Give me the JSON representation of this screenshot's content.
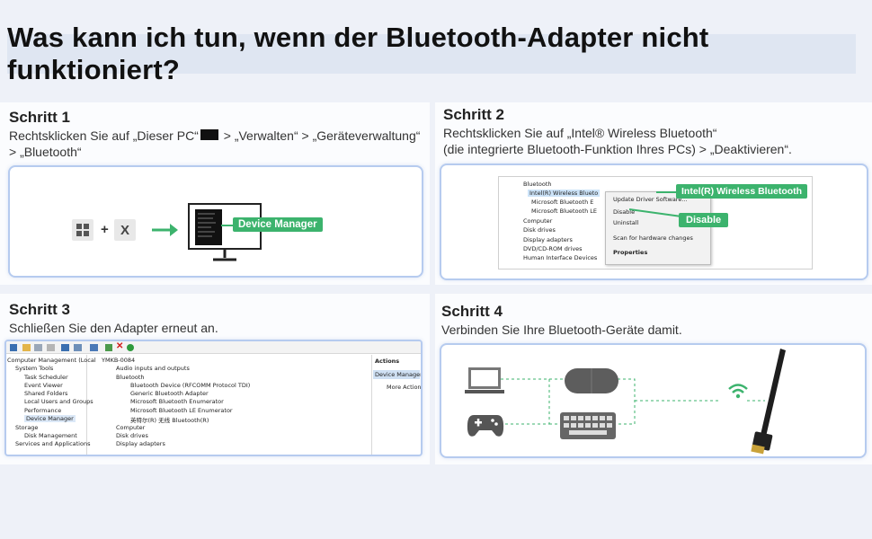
{
  "title": "Was kann ich tun, wenn der Bluetooth-Adapter nicht funktioniert?",
  "step1": {
    "heading": "Schritt 1",
    "line1_a": "Rechtsklicken Sie auf „Dieser PC“",
    "line1_b": " > „Verwalten“ > „Geräteverwaltung“",
    "line2": "> „Bluetooth“",
    "plus": "+",
    "key_x": "X",
    "callout": "Device Manager"
  },
  "step2": {
    "heading": "Schritt 2",
    "line1": "Rechtsklicken Sie auf „Intel® Wireless Bluetooth“",
    "line2": "(die integrierte Bluetooth-Funktion Ihres PCs) > „Deaktivieren“.",
    "tree": [
      "Bluetooth",
      "Intel(R) Wireless Blueto",
      "Microsoft Bluetooth E",
      "Microsoft Bluetooth LE",
      "Computer",
      "Disk drives",
      "Display adapters",
      "DVD/CD-ROM drives",
      "Human Interface Devices"
    ],
    "menu": [
      "Update Driver Software...",
      "Disable",
      "Uninstall",
      "Scan for hardware changes",
      "Properties"
    ],
    "callout_device": "Intel(R) Wireless Bluetooth",
    "callout_disable": "Disable"
  },
  "step3": {
    "heading": "Schritt 3",
    "desc": "Schließen Sie den Adapter erneut an.",
    "left_tree": [
      "Computer Management (Local",
      "System Tools",
      "Task Scheduler",
      "Event Viewer",
      "Shared Folders",
      "Local Users and Groups",
      "Performance",
      "Device Manager",
      "Storage",
      "Disk Management",
      "Services and Applications"
    ],
    "mid_tree": [
      "YMKB-0084",
      "Audio inputs and outputs",
      "Bluetooth",
      "Bluetooth Device (RFCOMM Protocol TDI)",
      "Generic Bluetooth Adapter",
      "Microsoft Bluetooth Enumerator",
      "Microsoft Bluetooth LE Enumerator",
      "英特尔(R) 无线 Bluetooth(R)",
      "Computer",
      "Disk drives",
      "Display adapters"
    ],
    "actions_title": "Actions",
    "actions_selected": "Device Manager",
    "actions_more": "More Actions"
  },
  "step4": {
    "heading": "Schritt 4",
    "desc": "Verbinden Sie Ihre Bluetooth-Geräte damit."
  },
  "colors": {
    "accent_green": "#3cb36d",
    "frame_border": "#b6cbef",
    "title_bg": "#dfe6f2"
  },
  "icons": [
    "windows-key-icon",
    "monitor-icon",
    "arrow-right-icon",
    "laptop-icon",
    "gamepad-icon",
    "mouse-icon",
    "keyboard-icon",
    "wifi-signal-icon",
    "usb-antenna-icon"
  ]
}
